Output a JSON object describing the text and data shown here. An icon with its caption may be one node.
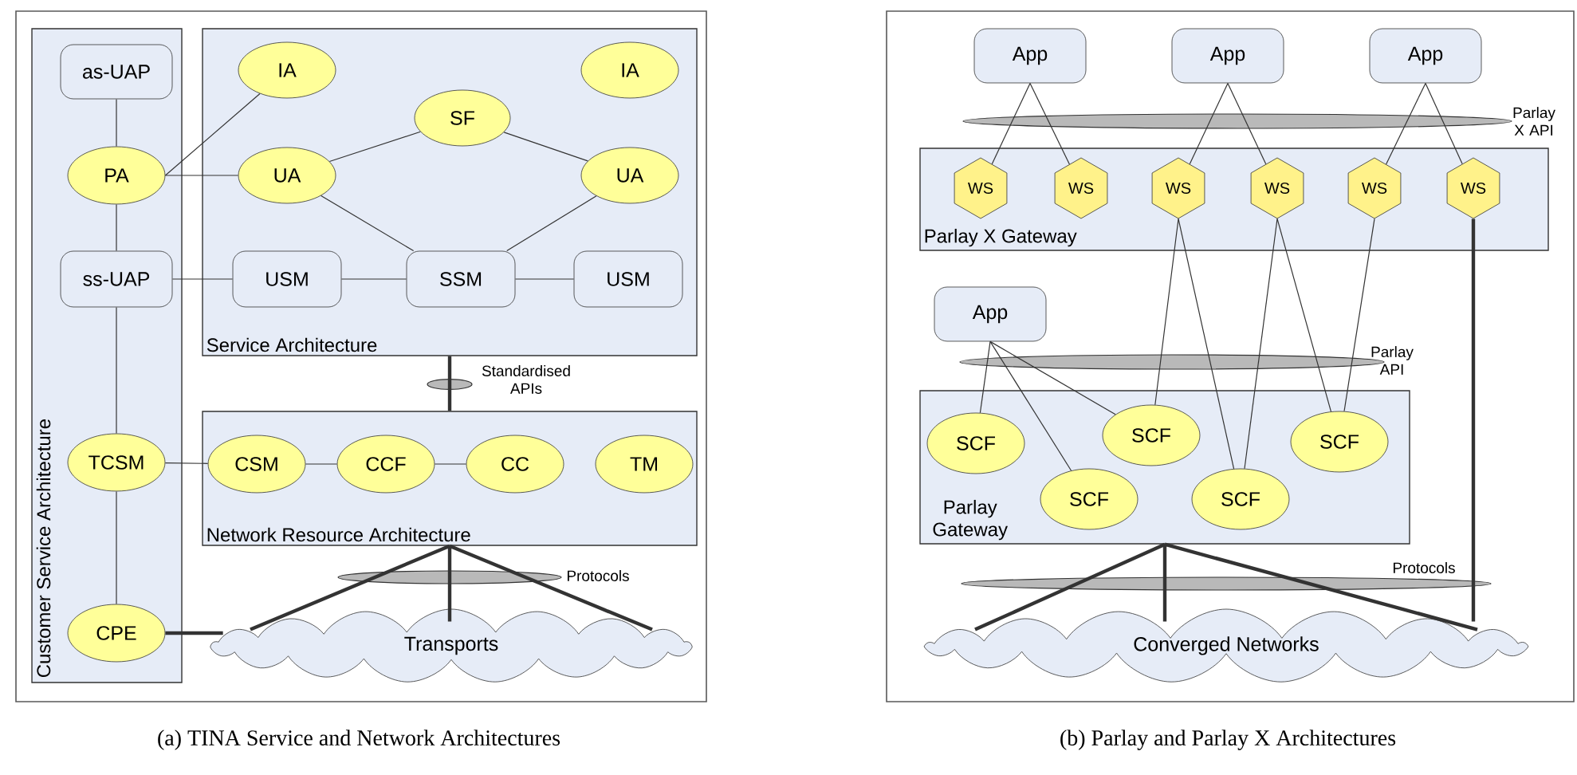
{
  "diagram": {
    "nodes": [
      {
        "text": [
          "Customer Service Architecture"
        ]
      },
      {
        "text": [
          "as-UAP"
        ],
        "in": 0
      },
      {
        "text": [
          "PA"
        ],
        "in": 0
      },
      {
        "text": [
          "ss-UAP"
        ],
        "in": 0
      },
      {
        "text": [
          "TCSM"
        ],
        "in": 0
      },
      {
        "text": [
          "CPE"
        ],
        "in": 0
      },
      {
        "text": [
          "Service Architecture"
        ]
      },
      {
        "text": [
          "IA"
        ],
        "in": 6
      },
      {
        "text": [
          "IA"
        ],
        "in": 6
      },
      {
        "text": [
          "SF"
        ],
        "in": 6
      },
      {
        "text": [
          "UA"
        ],
        "in": 6
      },
      {
        "text": [
          "UA"
        ],
        "in": 6
      },
      {
        "text": [
          "USM"
        ],
        "in": 6
      },
      {
        "text": [
          "SSM"
        ],
        "in": 6
      },
      {
        "text": [
          "USM"
        ],
        "in": 6
      },
      {
        "text": [
          "Network Resource Architecture"
        ]
      },
      {
        "text": [
          "CSM"
        ],
        "in": 15
      },
      {
        "text": [
          "CCF"
        ],
        "in": 15
      },
      {
        "text": [
          "CC"
        ],
        "in": 15
      },
      {
        "text": [
          "TM"
        ],
        "in": 15
      },
      {
        "text": [
          "Transports"
        ]
      },
      {
        "text": [
          "App"
        ]
      },
      {
        "text": [
          "App"
        ]
      },
      {
        "text": [
          "App"
        ]
      },
      {
        "text": [
          "Parlay X Gateway"
        ]
      },
      {
        "text": [
          "WS"
        ],
        "in": 24
      },
      {
        "text": [
          "WS"
        ],
        "in": 24
      },
      {
        "text": [
          "WS"
        ],
        "in": 24
      },
      {
        "text": [
          "WS"
        ],
        "in": 24
      },
      {
        "text": [
          "WS"
        ],
        "in": 24
      },
      {
        "text": [
          "WS"
        ],
        "in": 24
      },
      {
        "text": [
          "App"
        ]
      },
      {
        "text": [
          "Parlay Gateway"
        ]
      },
      {
        "text": [
          "SCF"
        ],
        "in": 32
      },
      {
        "text": [
          "SCF"
        ],
        "in": 32
      },
      {
        "text": [
          "SCF"
        ],
        "in": 32
      },
      {
        "text": [
          "SCF"
        ],
        "in": 32
      },
      {
        "text": [
          "SCF"
        ],
        "in": 32
      },
      {
        "text": [
          "Converged Networks"
        ]
      }
    ],
    "edges": [
      {
        "from": 1,
        "to": 2,
        "arrow": "none"
      },
      {
        "from": 2,
        "to": 3,
        "arrow": "none"
      },
      {
        "from": 3,
        "to": 4,
        "arrow": "none"
      },
      {
        "from": 4,
        "to": 5,
        "arrow": "none"
      },
      {
        "from": 2,
        "to": 7,
        "arrow": "none"
      },
      {
        "from": 2,
        "to": 10,
        "arrow": "none"
      },
      {
        "from": 10,
        "to": 9,
        "arrow": "none"
      },
      {
        "from": 9,
        "to": 11,
        "arrow": "none"
      },
      {
        "from": 10,
        "to": 13,
        "arrow": "none"
      },
      {
        "from": 11,
        "to": 13,
        "arrow": "none"
      },
      {
        "from": 3,
        "to": 12,
        "arrow": "none"
      },
      {
        "from": 12,
        "to": 13,
        "arrow": "none"
      },
      {
        "from": 13,
        "to": 14,
        "arrow": "none"
      },
      {
        "from": 4,
        "to": 16,
        "arrow": "none"
      },
      {
        "from": 16,
        "to": 17,
        "arrow": "none"
      },
      {
        "from": 17,
        "to": 18,
        "arrow": "none"
      },
      {
        "from": 5,
        "to": 20,
        "arrow": "none",
        "style": "thick"
      },
      {
        "from": 6,
        "to": 15,
        "arrow": "none",
        "style": "thick"
      },
      {
        "from": 15,
        "to": 20,
        "arrow": "none",
        "style": "thick"
      },
      {
        "from": 21,
        "to": 25,
        "arrow": "none"
      },
      {
        "from": 21,
        "to": 26,
        "arrow": "none"
      },
      {
        "from": 22,
        "to": 27,
        "arrow": "none"
      },
      {
        "from": 22,
        "to": 28,
        "arrow": "none"
      },
      {
        "from": 23,
        "to": 29,
        "arrow": "none"
      },
      {
        "from": 23,
        "to": 30,
        "arrow": "none"
      },
      {
        "from": 31,
        "to": 33,
        "arrow": "none"
      },
      {
        "from": 31,
        "to": 34,
        "arrow": "none"
      },
      {
        "from": 31,
        "to": 35,
        "arrow": "none"
      },
      {
        "from": 27,
        "to": 35,
        "arrow": "none"
      },
      {
        "from": 27,
        "to": 36,
        "arrow": "none"
      },
      {
        "from": 28,
        "to": 36,
        "arrow": "none"
      },
      {
        "from": 28,
        "to": 37,
        "arrow": "none"
      },
      {
        "from": 29,
        "to": 37,
        "arrow": "none"
      },
      {
        "from": 30,
        "to": 38,
        "arrow": "none",
        "style": "thick"
      },
      {
        "from": 32,
        "to": 38,
        "arrow": "none",
        "style": "thick"
      }
    ],
    "labels": [
      "Standardised APIs",
      "Protocols",
      "Parlay X API",
      "Parlay API",
      "Protocols",
      "(a) TINA Service and Network Architectures",
      "(b) Parlay and Parlay X Architectures"
    ]
  }
}
